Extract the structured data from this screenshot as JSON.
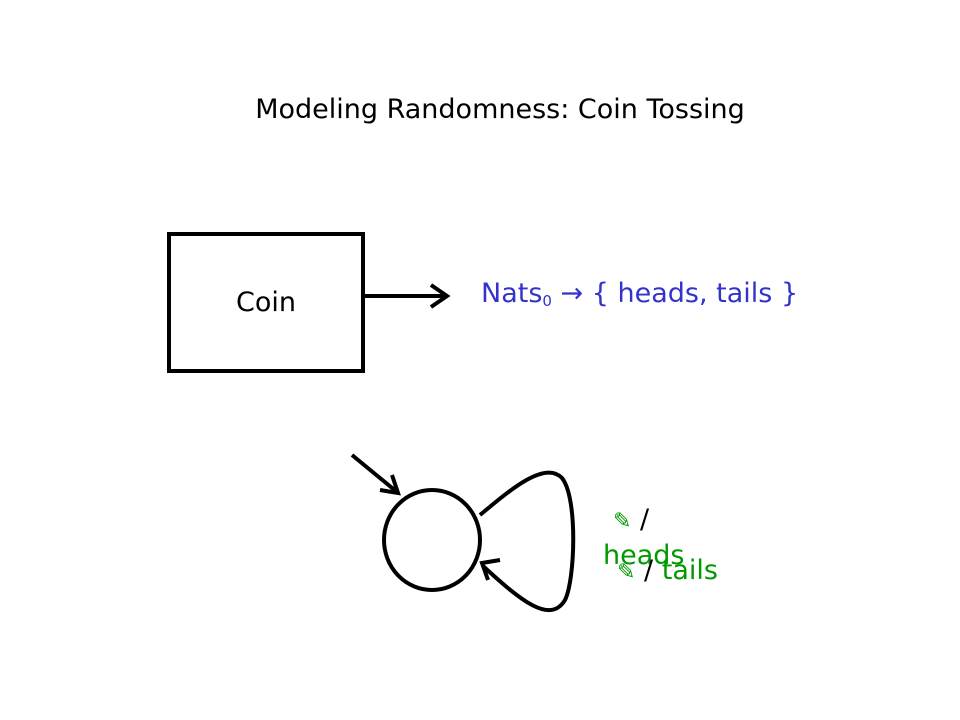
{
  "title": "Modeling Randomness: Coin Tossing",
  "box": {
    "label": "Coin"
  },
  "signature": {
    "domain": "Nats",
    "subscript": "0",
    "arrow": "→",
    "codomain": "{ heads, tails }",
    "color": "#3333cc"
  },
  "state_machine": {
    "edges": [
      {
        "input_glyph": "✎",
        "separator": "/",
        "output": "heads"
      },
      {
        "input_glyph": "✎",
        "separator": "/",
        "output": "tails"
      }
    ],
    "label_color": "#009900"
  }
}
